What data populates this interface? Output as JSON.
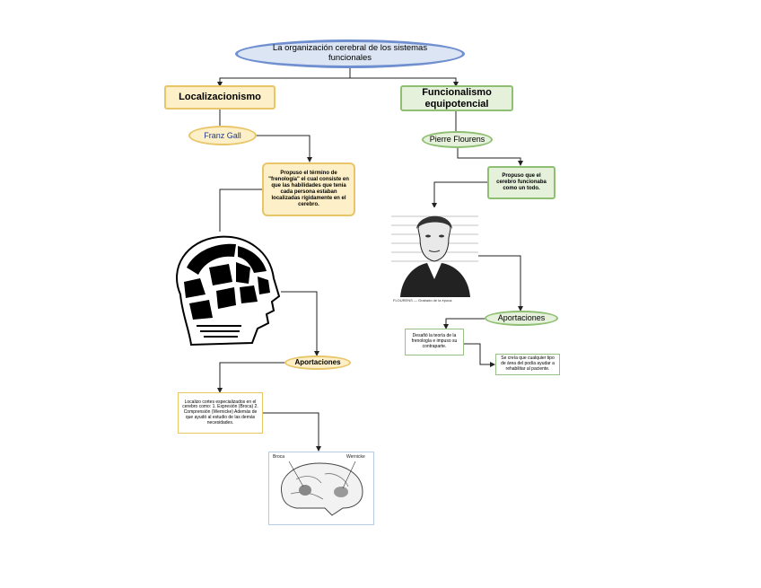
{
  "title": "La organización cerebral de los sistemas funcionales",
  "left": {
    "heading": "Localizacionismo",
    "author": "Franz Gall",
    "description": "Propuso el término de \"frenología\" el cual consiste en que las habilidades que tenía cada persona estaban localizadas rígidamente en el cerebro.",
    "contributions_label": "Aportaciones",
    "contributions_text": "Localizo cortes especializados en el cerebro como: 1. Expresión (Broca) 2. Comprensión (Wernicke) Además de que ayudó al estudio de las demás necesidades.",
    "brain_labels": [
      "Broca",
      "Wernicke"
    ]
  },
  "right": {
    "heading": "Funcionalismo equipotencial",
    "author": "Pierre Flourens",
    "description": "Propuso que el cerebro funcionaba como un todo.",
    "portrait_caption": "FLOURENS — Grabado de la época.",
    "contributions_label": "Aportaciones",
    "contribution_1": "Desafió la teoría de la frenología e impuso su contraparte.",
    "contribution_2": "Se creía que cualquier tipo de área del podía ayudar a rehabilitar al paciente."
  },
  "colors": {
    "blue_fill": "#dbe5f4",
    "blue_border": "#6f8fd0",
    "yellow_fill": "#fdf0c8",
    "yellow_border": "#e8c568",
    "green_fill": "#e6f1dc",
    "green_border": "#8fbf72"
  }
}
